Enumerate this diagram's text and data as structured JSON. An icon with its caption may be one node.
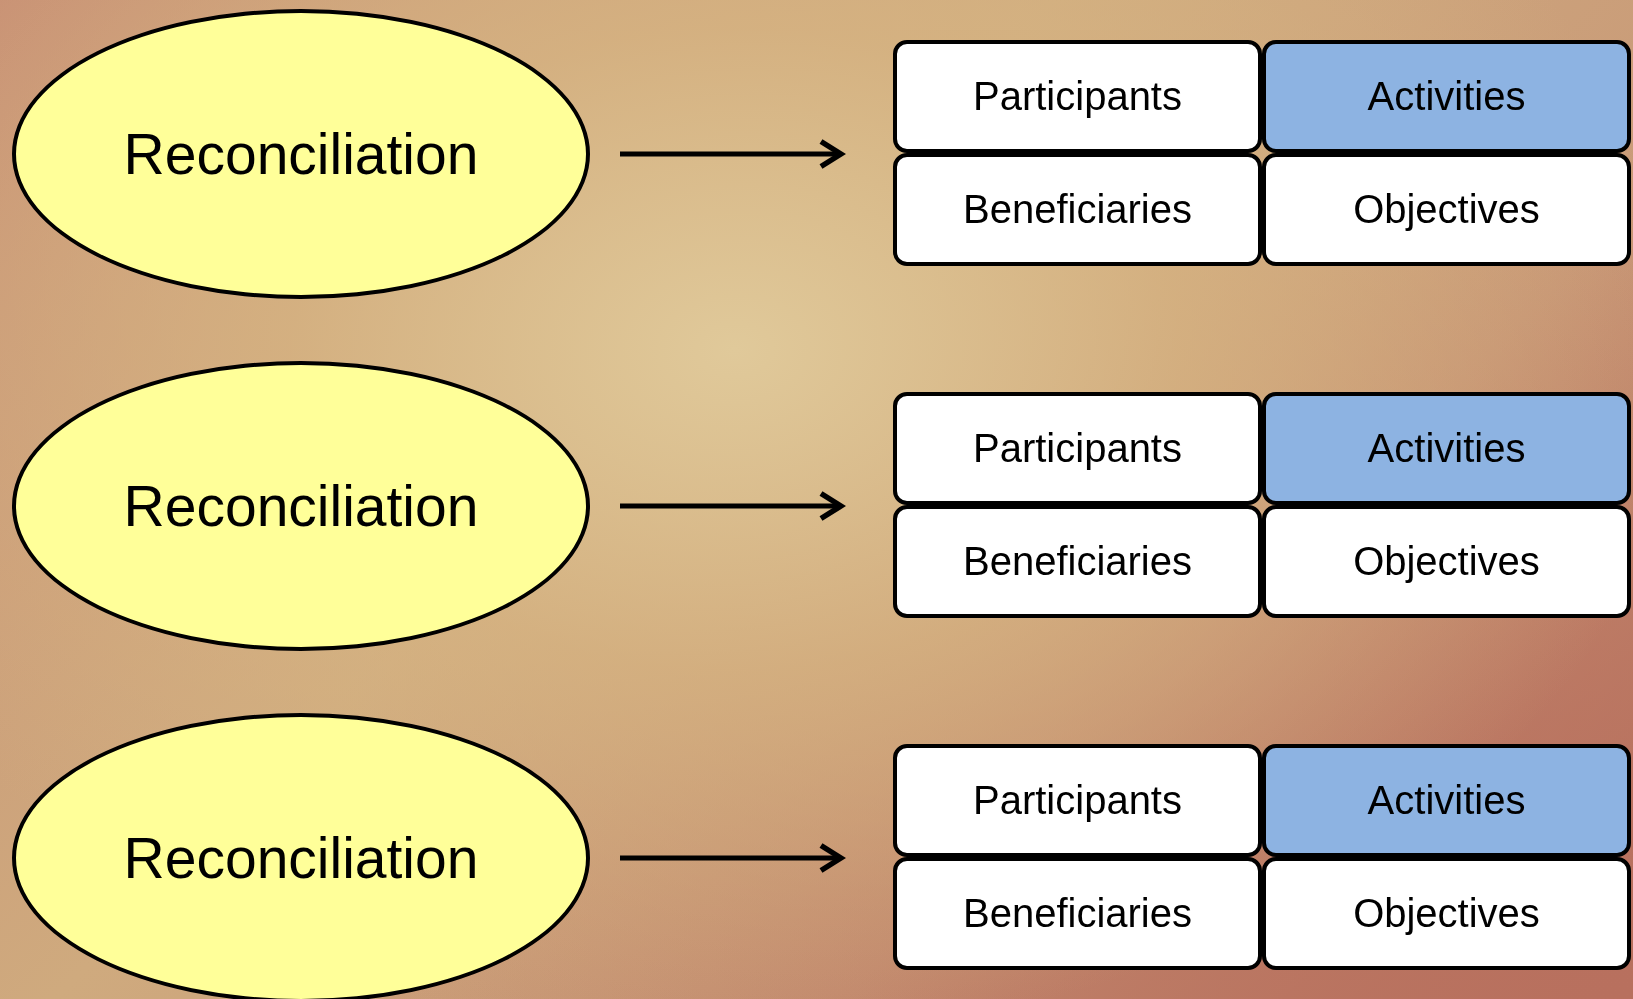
{
  "diagram": {
    "nodes": [
      {
        "text": [
          "Reconciliation"
        ]
      },
      {
        "text": [
          "Participants"
        ]
      },
      {
        "text": [
          "Activities"
        ]
      },
      {
        "text": [
          "Beneficiaries"
        ]
      },
      {
        "text": [
          "Objectives"
        ]
      },
      {
        "text": [
          "Reconciliation"
        ]
      },
      {
        "text": [
          "Participants"
        ]
      },
      {
        "text": [
          "Activities"
        ]
      },
      {
        "text": [
          "Beneficiaries"
        ]
      },
      {
        "text": [
          "Objectives"
        ]
      },
      {
        "text": [
          "Reconciliation"
        ]
      },
      {
        "text": [
          "Participants"
        ]
      },
      {
        "text": [
          "Activities"
        ]
      },
      {
        "text": [
          "Beneficiaries"
        ]
      },
      {
        "text": [
          "Objectives"
        ]
      }
    ],
    "edges": [
      {
        "from": 0,
        "to": null,
        "arrow": "to"
      },
      {
        "from": 5,
        "to": null,
        "arrow": "to"
      },
      {
        "from": 10,
        "to": null,
        "arrow": "to"
      }
    ]
  }
}
